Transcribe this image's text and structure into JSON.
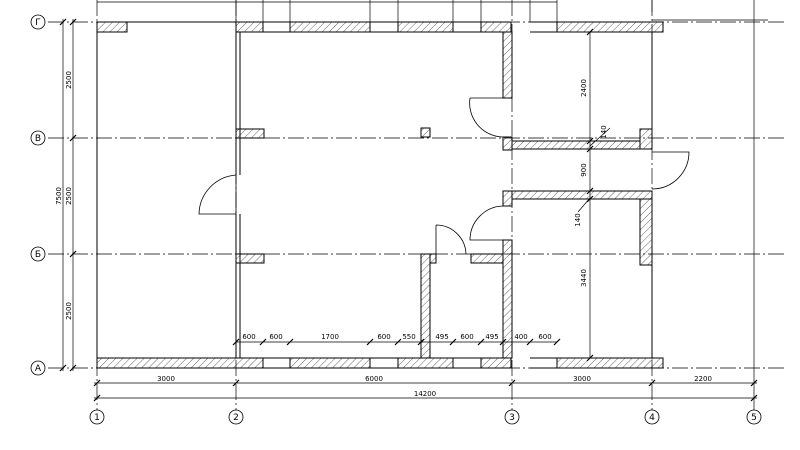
{
  "axes": {
    "vertical": [
      "1",
      "2",
      "3",
      "4",
      "5"
    ],
    "horizontal": [
      "Г",
      "В",
      "Б",
      "А"
    ]
  },
  "dims": {
    "bottom_chain": [
      "3000",
      "6000",
      "3000",
      "2200"
    ],
    "bottom_total": "14200",
    "left_chain": [
      "2500",
      "2500",
      "2500"
    ],
    "left_total": "7500",
    "inner_chain": [
      "600",
      "600",
      "1700",
      "600",
      "550",
      "495",
      "600",
      "495",
      "400",
      "600"
    ],
    "room_right": [
      "2400",
      "140",
      "900",
      "140",
      "3440"
    ]
  }
}
